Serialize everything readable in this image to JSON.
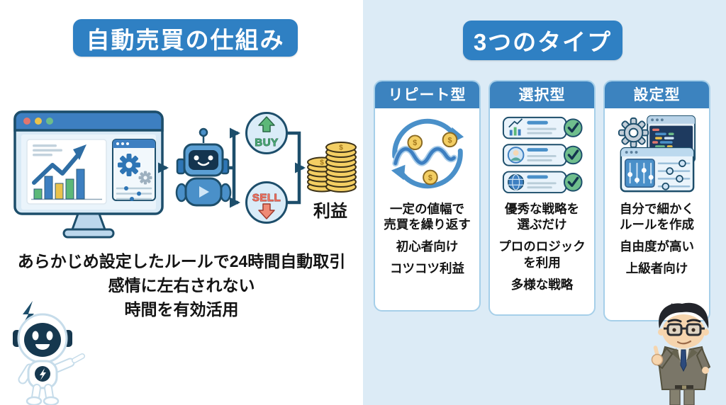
{
  "left": {
    "title": "自動売買の仕組み",
    "flow": {
      "buy_label": "BUY",
      "sell_label": "SELL",
      "profit_label": "利益",
      "icons": [
        "monitor-chart-icon",
        "trading-robot-icon",
        "buy-up-arrow-icon",
        "sell-down-arrow-icon",
        "coin-stack-icon"
      ]
    },
    "bullets": [
      "あらかじめ設定したルールで24時間自動取引",
      "感情に左右されない",
      "時間を有効活用"
    ],
    "mascot_icon": "robot-mascot-icon"
  },
  "right": {
    "title": "3つのタイプ",
    "cards": [
      {
        "header": "リピート型",
        "icon": "repeat-cycle-wave-coins-icon",
        "lines": [
          "一定の値幅で\n売買を繰り返す",
          "初心者向け",
          "コツコツ利益"
        ]
      },
      {
        "header": "選択型",
        "icon": "strategy-list-checks-icon",
        "lines": [
          "優秀な戦略を\n選ぶだけ",
          "プロのロジック\nを利用",
          "多様な戦略"
        ]
      },
      {
        "header": "設定型",
        "icon": "gear-code-sliders-icon",
        "lines": [
          "自分で細かく\nルールを作成",
          "自由度が高い",
          "上級者向け"
        ]
      }
    ],
    "character_icon": "businessman-character-icon"
  },
  "glyphs": {
    "coin_symbol": "$"
  },
  "colors": {
    "banner_blue": "#2f80c3",
    "card_header_blue": "#3c83bf",
    "panel_bg": "#dcebf6",
    "line_navy": "#1d4e6b",
    "buy_green": "#3f9e68",
    "sell_red": "#e0584a",
    "coin_gold": "#f3ce63"
  }
}
